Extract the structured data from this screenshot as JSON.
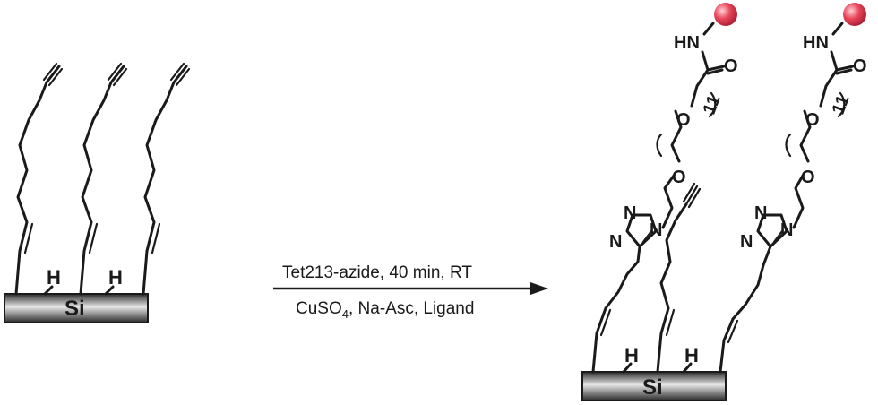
{
  "surface_left": {
    "label": "Si",
    "h_atoms": [
      "H",
      "H"
    ]
  },
  "surface_right": {
    "label": "Si",
    "h_atoms": [
      "H",
      "H"
    ]
  },
  "reaction": {
    "conditions_top": "Tet213-azide, 40 min, RT",
    "conditions_bottom_prefix": "CuSO",
    "conditions_bottom_subscript": "4",
    "conditions_bottom_suffix": ", Na-Asc, Ligand"
  },
  "conjugate": {
    "amide_nh": "HN",
    "carbonyl_o": "O",
    "repeat_count": "11",
    "ether_o_1": "O",
    "ether_o_2": "O",
    "triazole_n1": "N",
    "triazole_n2": "N",
    "triazole_n3": "N"
  },
  "colors": {
    "bead": "#e8455a",
    "bead_highlight": "#ffd0d6",
    "bar_dark": "#1e1e1e",
    "bar_light": "#e6e6e6"
  }
}
